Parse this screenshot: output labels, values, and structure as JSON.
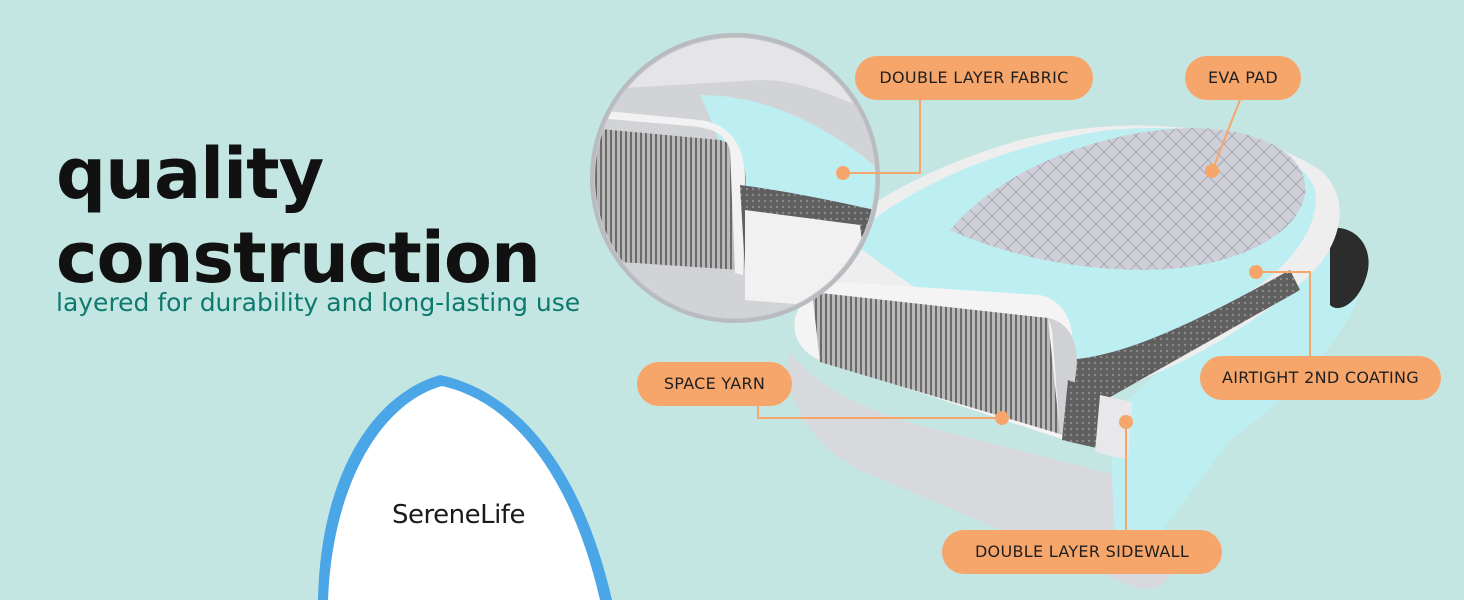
{
  "headline": {
    "line1": "quality",
    "line2": "construction"
  },
  "subheadline": "layered for durability and long-lasting use",
  "brand": "SereneLife",
  "callouts": {
    "double_layer_fabric": "DOUBLE LAYER FABRIC",
    "eva_pad": "EVA PAD",
    "space_yarn": "SPACE YARN",
    "airtight_coating": "AIRTIGHT 2ND COATING",
    "double_layer_sidewall": "DOUBLE LAYER SIDEWALL"
  },
  "colors": {
    "background": "#c4e6e3",
    "callout": "#f6a66a",
    "subheadline": "#0e7a6e",
    "board_blue": "#4aa6e6",
    "board_light": "#bdeef2"
  }
}
